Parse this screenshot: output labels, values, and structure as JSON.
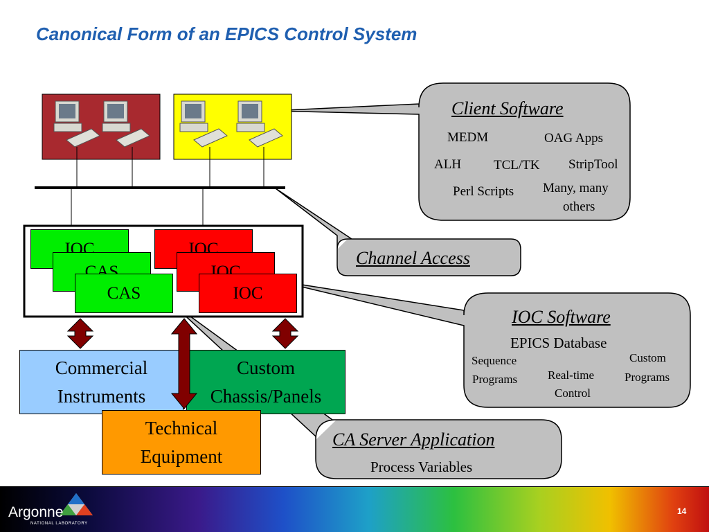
{
  "slide": {
    "title": "Canonical Form of an EPICS Control System",
    "page_number": "14"
  },
  "client_software": {
    "header": "Client Software",
    "items": [
      "MEDM",
      "OAG Apps",
      "ALH",
      "TCL/TK",
      "StripTool",
      "Perl Scripts",
      "Many, many",
      "others"
    ]
  },
  "channel_access": {
    "label": "Channel Access"
  },
  "ioc_software": {
    "header": "IOC Software",
    "subheader": "EPICS Database",
    "items": [
      "Sequence",
      "Programs",
      "Custom",
      "Programs",
      "Real-time",
      "Control"
    ]
  },
  "ca_server": {
    "header": "CA Server Application",
    "subheader": "Process Variables"
  },
  "ioc_stack": {
    "left": [
      "IOC",
      "CAS",
      "CAS"
    ],
    "right": [
      "IOC",
      "IOC",
      "IOC"
    ]
  },
  "hardware": {
    "commercial": [
      "Commercial",
      "Instruments"
    ],
    "custom": [
      "Custom",
      "Chassis/Panels"
    ],
    "technical": [
      "Technical",
      "Equipment"
    ]
  },
  "footer": {
    "logo": "Argonne",
    "logo_sub": "NATIONAL LABORATORY"
  },
  "colors": {
    "title": "#1f5fb0",
    "workstation_red": "#a8292f",
    "workstation_yellow": "#ffff00",
    "ioc_green": "#00ee00",
    "ioc_red": "#ff0000",
    "commercial_blue": "#99ccff",
    "custom_green": "#00a651",
    "technical_orange": "#ff9900",
    "arrow": "#800000",
    "bubble": "#c0c0c0"
  }
}
